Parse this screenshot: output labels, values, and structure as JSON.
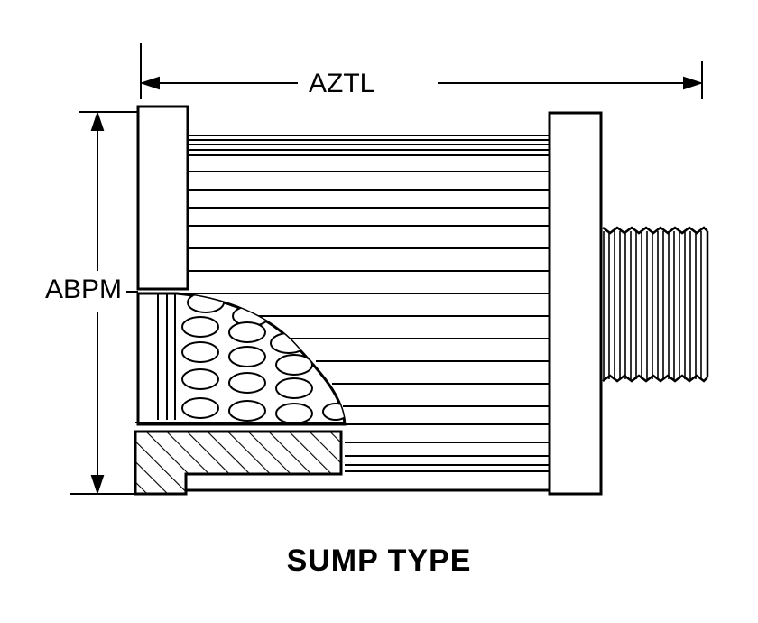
{
  "diagram": {
    "caption": "SUMP TYPE",
    "dimensions": {
      "overall_length_label": "AZTL",
      "diameter_label": "ABPM"
    },
    "colors": {
      "line": "#000000",
      "background": "#ffffff"
    }
  }
}
